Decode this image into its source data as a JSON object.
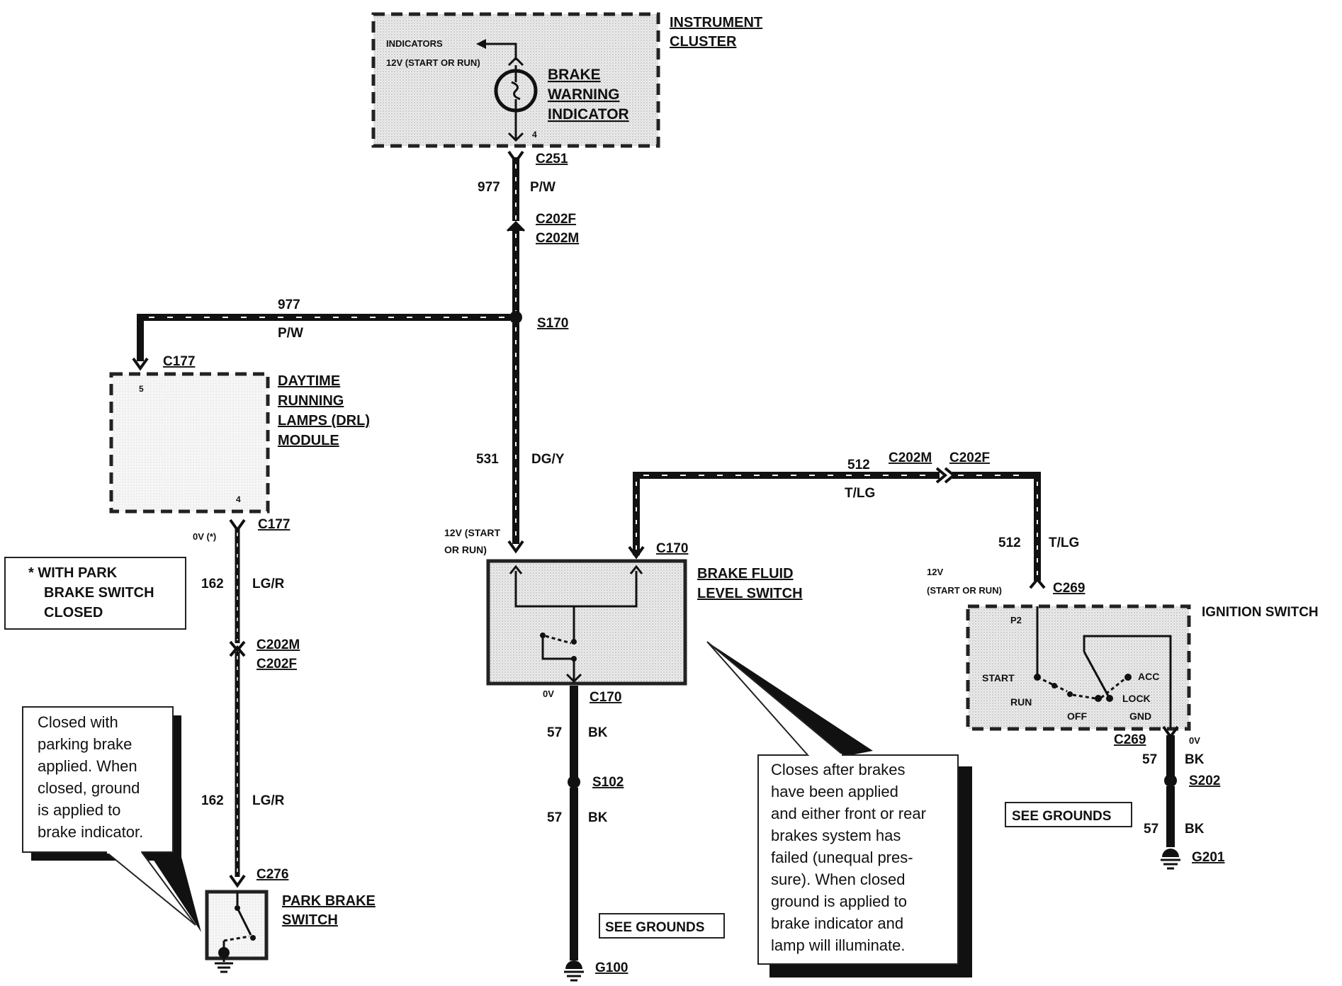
{
  "instrument_cluster": {
    "title_line1": "INSTRUMENT",
    "title_line2": "CLUSTER",
    "indicators_label": "INDICATORS",
    "supply_label": "12V (START OR RUN)",
    "brake_warning_line1": "BRAKE",
    "brake_warning_line2": "WARNING",
    "brake_warning_line3": "INDICATOR",
    "pin": "4"
  },
  "connectors": {
    "c251": "C251",
    "c202f_top": "C202F",
    "c202m_top": "C202M",
    "s170": "S170",
    "c177_top": "C177",
    "c177_bottom": "C177",
    "c202m_left": "C202M",
    "c202f_left": "C202F",
    "c276": "C276",
    "c170_top": "C170",
    "c170_bottom": "C170",
    "s102": "S102",
    "g100": "G100",
    "c202m_right": "C202M",
    "c202f_right": "C202F",
    "c269_top": "C269",
    "c269_bottom": "C269",
    "s202": "S202",
    "g201": "G201"
  },
  "wires": {
    "w977_vertical_num": "977",
    "w977_vertical_color": "P/W",
    "w977_horizontal_num": "977",
    "w977_horizontal_color": "P/W",
    "w531_num": "531",
    "w531_color": "DG/Y",
    "w162_upper_num": "162",
    "w162_upper_color": "LG/R",
    "w162_lower_num": "162",
    "w162_lower_color": "LG/R",
    "w512_horizontal_num": "512",
    "w512_horizontal_color": "T/LG",
    "w512_vertical_num": "512",
    "w512_vertical_color": "T/LG",
    "w57_upper_num": "57",
    "w57_upper_color": "BK",
    "w57_lower_num": "57",
    "w57_lower_color": "BK",
    "w57_right_upper_num": "57",
    "w57_right_upper_color": "BK",
    "w57_right_lower_num": "57",
    "w57_right_lower_color": "BK"
  },
  "drl_module": {
    "line1": "DAYTIME",
    "line2": "RUNNING",
    "line3": "LAMPS (DRL)",
    "line4": "MODULE",
    "pin_top": "5",
    "pin_bottom": "4",
    "voltage": "0V (*)"
  },
  "park_note": {
    "line1": "* WITH PARK",
    "line2": "BRAKE SWITCH",
    "line3": "CLOSED"
  },
  "park_brake_switch": {
    "line1": "PARK BRAKE",
    "line2": "SWITCH"
  },
  "park_callout": {
    "line1": "Closed with",
    "line2": "parking brake",
    "line3": "applied. When",
    "line4": "closed, ground",
    "line5": "is applied to",
    "line6": "brake indicator."
  },
  "brake_fluid_switch": {
    "line1": "BRAKE FLUID",
    "line2": "LEVEL SWITCH",
    "supply_line1": "12V (START",
    "supply_line2": "OR RUN)",
    "voltage_bottom": "0V"
  },
  "fluid_callout": {
    "line1": "Closes after brakes",
    "line2": "have been applied",
    "line3": "and either front or rear",
    "line4": "brakes system has",
    "line5": "failed (unequal pres-",
    "line6": "sure). When closed",
    "line7": "ground is applied to",
    "line8": "brake indicator and",
    "line9": "lamp will illuminate."
  },
  "ignition_switch": {
    "title": "IGNITION SWITCH",
    "supply_line1": "12V",
    "supply_line2": "(START OR RUN)",
    "pin": "P2",
    "start": "START",
    "run": "RUN",
    "off": "OFF",
    "acc": "ACC",
    "lock": "LOCK",
    "gnd": "GND",
    "voltage": "0V"
  },
  "see_grounds": {
    "center": "SEE GROUNDS",
    "right": "SEE GROUNDS"
  }
}
